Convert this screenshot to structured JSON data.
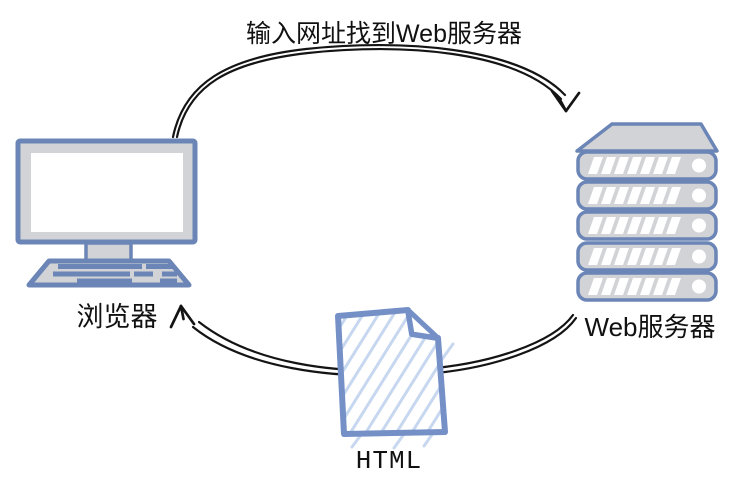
{
  "title": "browser-webserver-html-flow-diagram",
  "labels": {
    "request": "输入网址找到Web服务器",
    "browser": "浏览器",
    "server": "Web服务器",
    "html": "HTML"
  },
  "icons": [
    {
      "name": "browser-computer-icon",
      "meaning": "desktop computer with monitor and keyboard"
    },
    {
      "name": "web-server-icon",
      "meaning": "rack server stack of 5 units"
    },
    {
      "name": "html-document-icon",
      "meaning": "hand-drawn page with folded corner and hatching"
    },
    {
      "name": "request-arrow",
      "meaning": "curved arrow from browser to web server"
    },
    {
      "name": "response-arrow",
      "meaning": "curved arrow from web server back to browser passing behind HTML document"
    }
  ],
  "colors": {
    "icon-blue": "#6b85b6",
    "icon-gray": "#d2d3d7",
    "doc-blue": "#7590c7",
    "doc-hatch": "#c7d7ef",
    "arrow-black": "#141414",
    "text-black": "#111111",
    "bg": "#ffffff"
  }
}
